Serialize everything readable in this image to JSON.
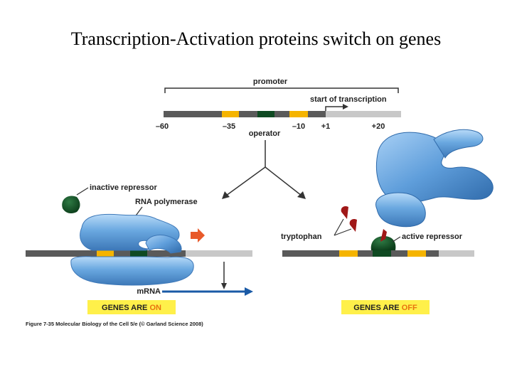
{
  "title": "Transcription-Activation proteins switch on genes",
  "labels": {
    "promoter": "promoter",
    "start_of_transcription": "start of transcription",
    "operator": "operator",
    "inactive_repressor": "inactive repressor",
    "rna_polymerase": "RNA polymerase",
    "tryptophan": "tryptophan",
    "active_repressor": "active repressor",
    "mrna": "mRNA"
  },
  "positions": {
    "minus_60": "–60",
    "minus_35": "–35",
    "minus_10": "–10",
    "plus_1": "+1",
    "plus_20": "+20"
  },
  "genes_on": {
    "prefix": "GENES ARE ",
    "state": "ON"
  },
  "genes_off": {
    "prefix": "GENES ARE ",
    "state": "OFF"
  },
  "caption": "Figure 7-35 Molecular Biology of the Cell 5/e (© Garland Science 2008)",
  "colors": {
    "dna_dark": "#5a5a5a",
    "dna_light": "#c8c8c8",
    "promoter_box": "#f5b400",
    "operator_box": "#0f4a22",
    "polymerase_blue": "#6aa8e0",
    "tryptophan_red": "#a01818",
    "arrow_red": "#e85a2a",
    "mrna_blue": "#1a5aa6",
    "banner_yellow": "#fff04a",
    "on_orange": "#e8730f"
  }
}
